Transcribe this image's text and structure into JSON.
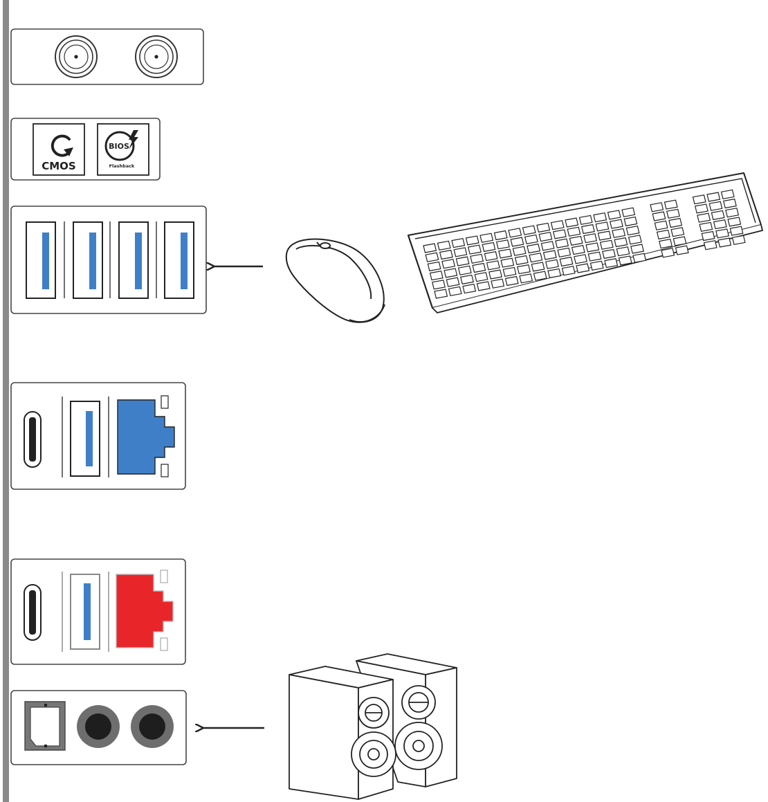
{
  "panel": {
    "cmos_label": "CMOS",
    "bios_label": "BIOS",
    "flashback_label": "Flashback"
  },
  "colors": {
    "usb_blue": "#3f7fc8",
    "lan_blue": "#3f7fc8",
    "lan_red": "#e8262a",
    "panel_bar": "#8a8a8a",
    "outline": "#222222"
  },
  "icons": [
    "wifi-antenna-connector-icon",
    "clear-cmos-icon",
    "bios-flashback-icon",
    "usb-a-port-icon",
    "usb-c-port-icon",
    "ethernet-port-icon",
    "optical-spdif-port-icon",
    "audio-jack-icon",
    "arrow-left-icon",
    "mouse-icon",
    "keyboard-icon",
    "speakers-icon"
  ]
}
